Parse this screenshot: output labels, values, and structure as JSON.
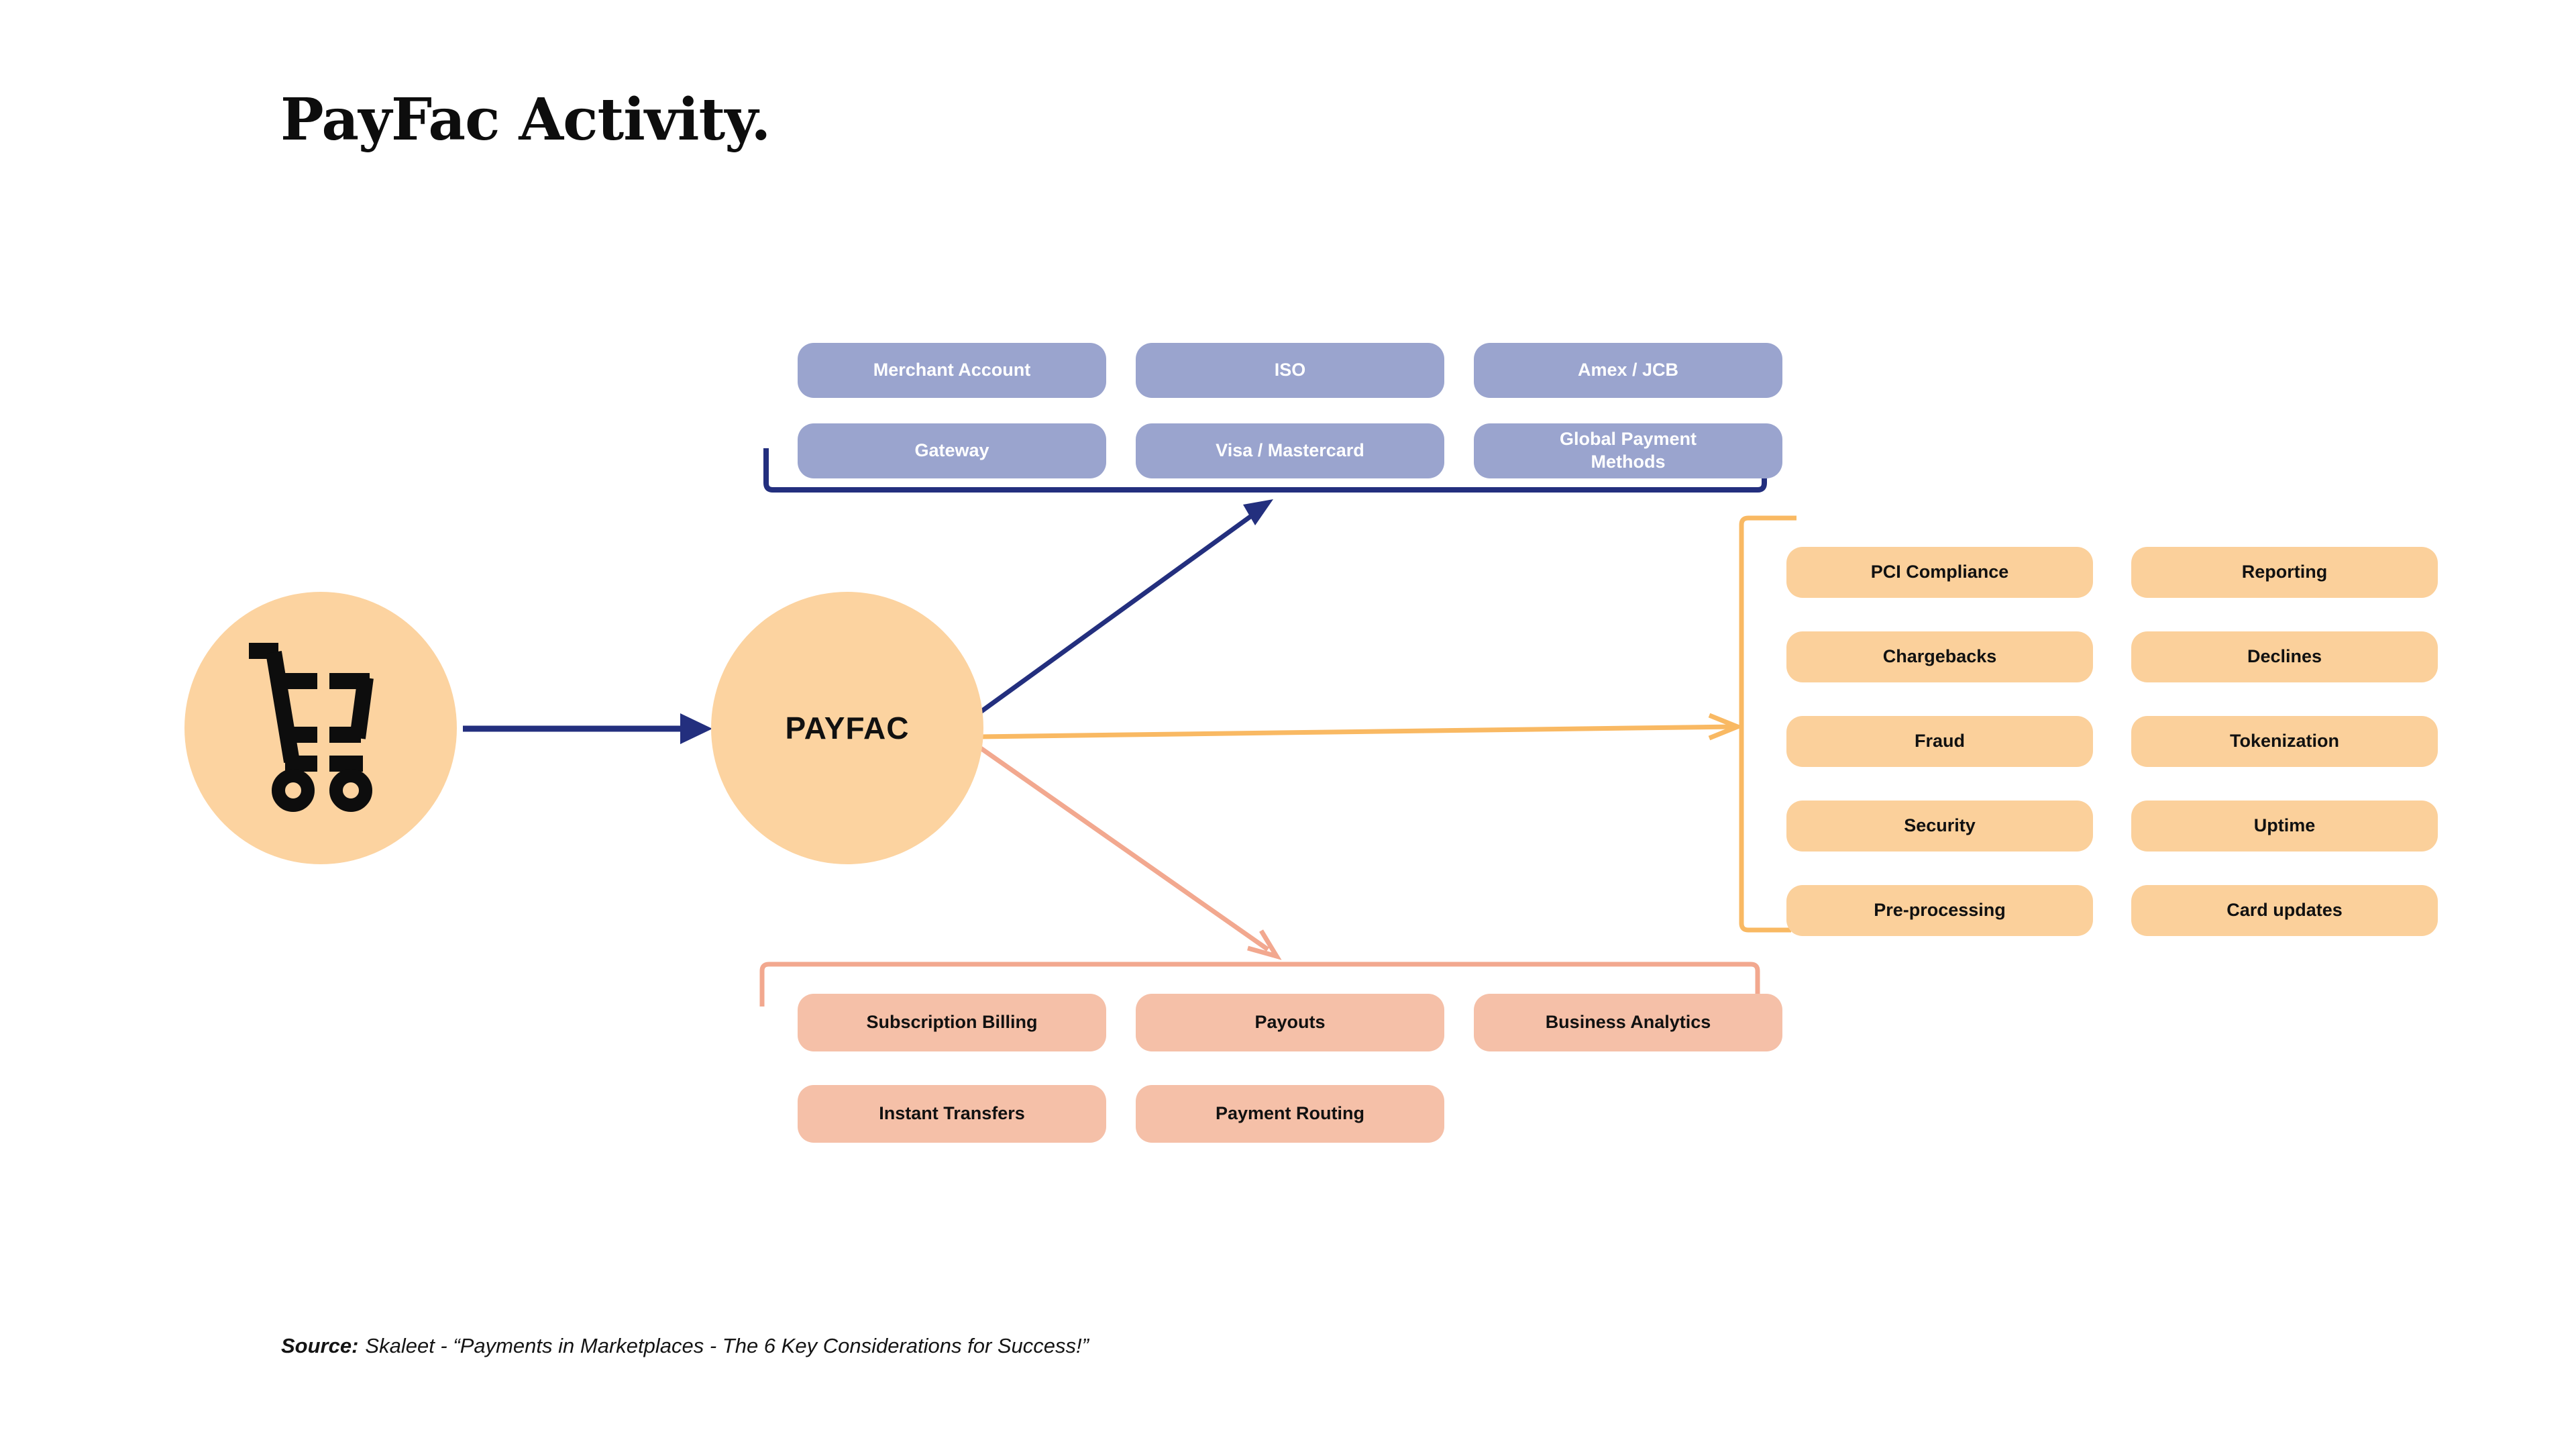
{
  "title": "PayFac Activity.",
  "hub": {
    "label": "PAYFAC"
  },
  "cart": {
    "icon": "shopping-cart-icon"
  },
  "groups": {
    "acquiring": {
      "items": [
        "Merchant Account",
        "ISO",
        "Amex / JCB",
        "Gateway",
        "Visa / Mastercard",
        "Global Payment Methods"
      ]
    },
    "services": {
      "items": [
        "PCI Compliance",
        "Reporting",
        "Chargebacks",
        "Declines",
        "Fraud",
        "Tokenization",
        "Security",
        "Uptime",
        "Pre-processing",
        "Card updates"
      ]
    },
    "payments": {
      "items": [
        "Subscription Billing",
        "Payouts",
        "Business Analytics",
        "Instant Transfers",
        "Payment Routing"
      ]
    }
  },
  "source": {
    "prefix": "Source:",
    "text": "Skaleet - “Payments in Marketplaces - The 6 Key Considerations for Success!”"
  },
  "colors": {
    "navy": "#232f7e",
    "blue-box": "#9aa4ce",
    "orange-box": "#fbd09b",
    "circle": "#fcd3a0",
    "pink-box": "#f5c0a8",
    "orange-accent": "#f9b963",
    "salmon-accent": "#f2a88f",
    "ink": "#111111",
    "bg": "#ffffff"
  }
}
